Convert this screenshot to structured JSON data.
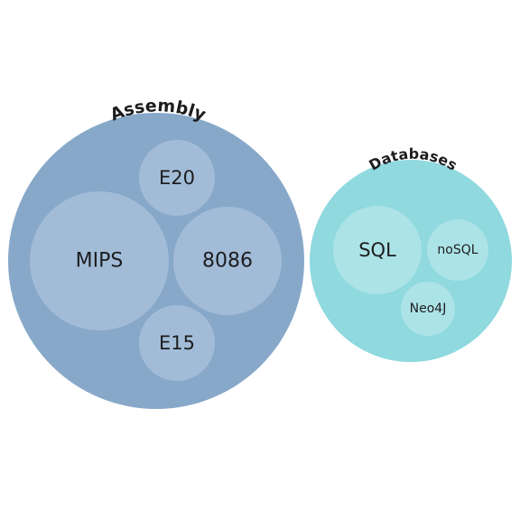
{
  "chart_data": {
    "type": "packed-bubble",
    "groups": [
      {
        "name": "Assembly",
        "color": "#87a8c9",
        "child_color": "#a2bcd8",
        "children": [
          "E20",
          "MIPS",
          "8086",
          "E15"
        ]
      },
      {
        "name": "Databases",
        "color": "#8fd9df",
        "child_color": "#acE3e7",
        "children": [
          "SQL",
          "noSQL",
          "Neo4J"
        ]
      }
    ]
  }
}
